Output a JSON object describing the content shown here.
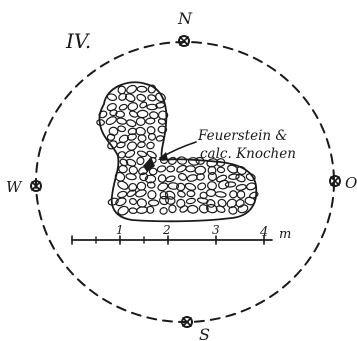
{
  "figure": {
    "plate_label": "IV.",
    "compass": {
      "north": "N",
      "south": "S",
      "west": "W",
      "east": "O"
    },
    "annotation": {
      "line1": "Feuerstein &",
      "line2": "calc. Knochen"
    },
    "scale_bar": {
      "ticks": [
        "1",
        "2",
        "3",
        "4"
      ],
      "unit": "m"
    },
    "ink_color": "#1a1a1a",
    "background_color": "#ffffff"
  }
}
